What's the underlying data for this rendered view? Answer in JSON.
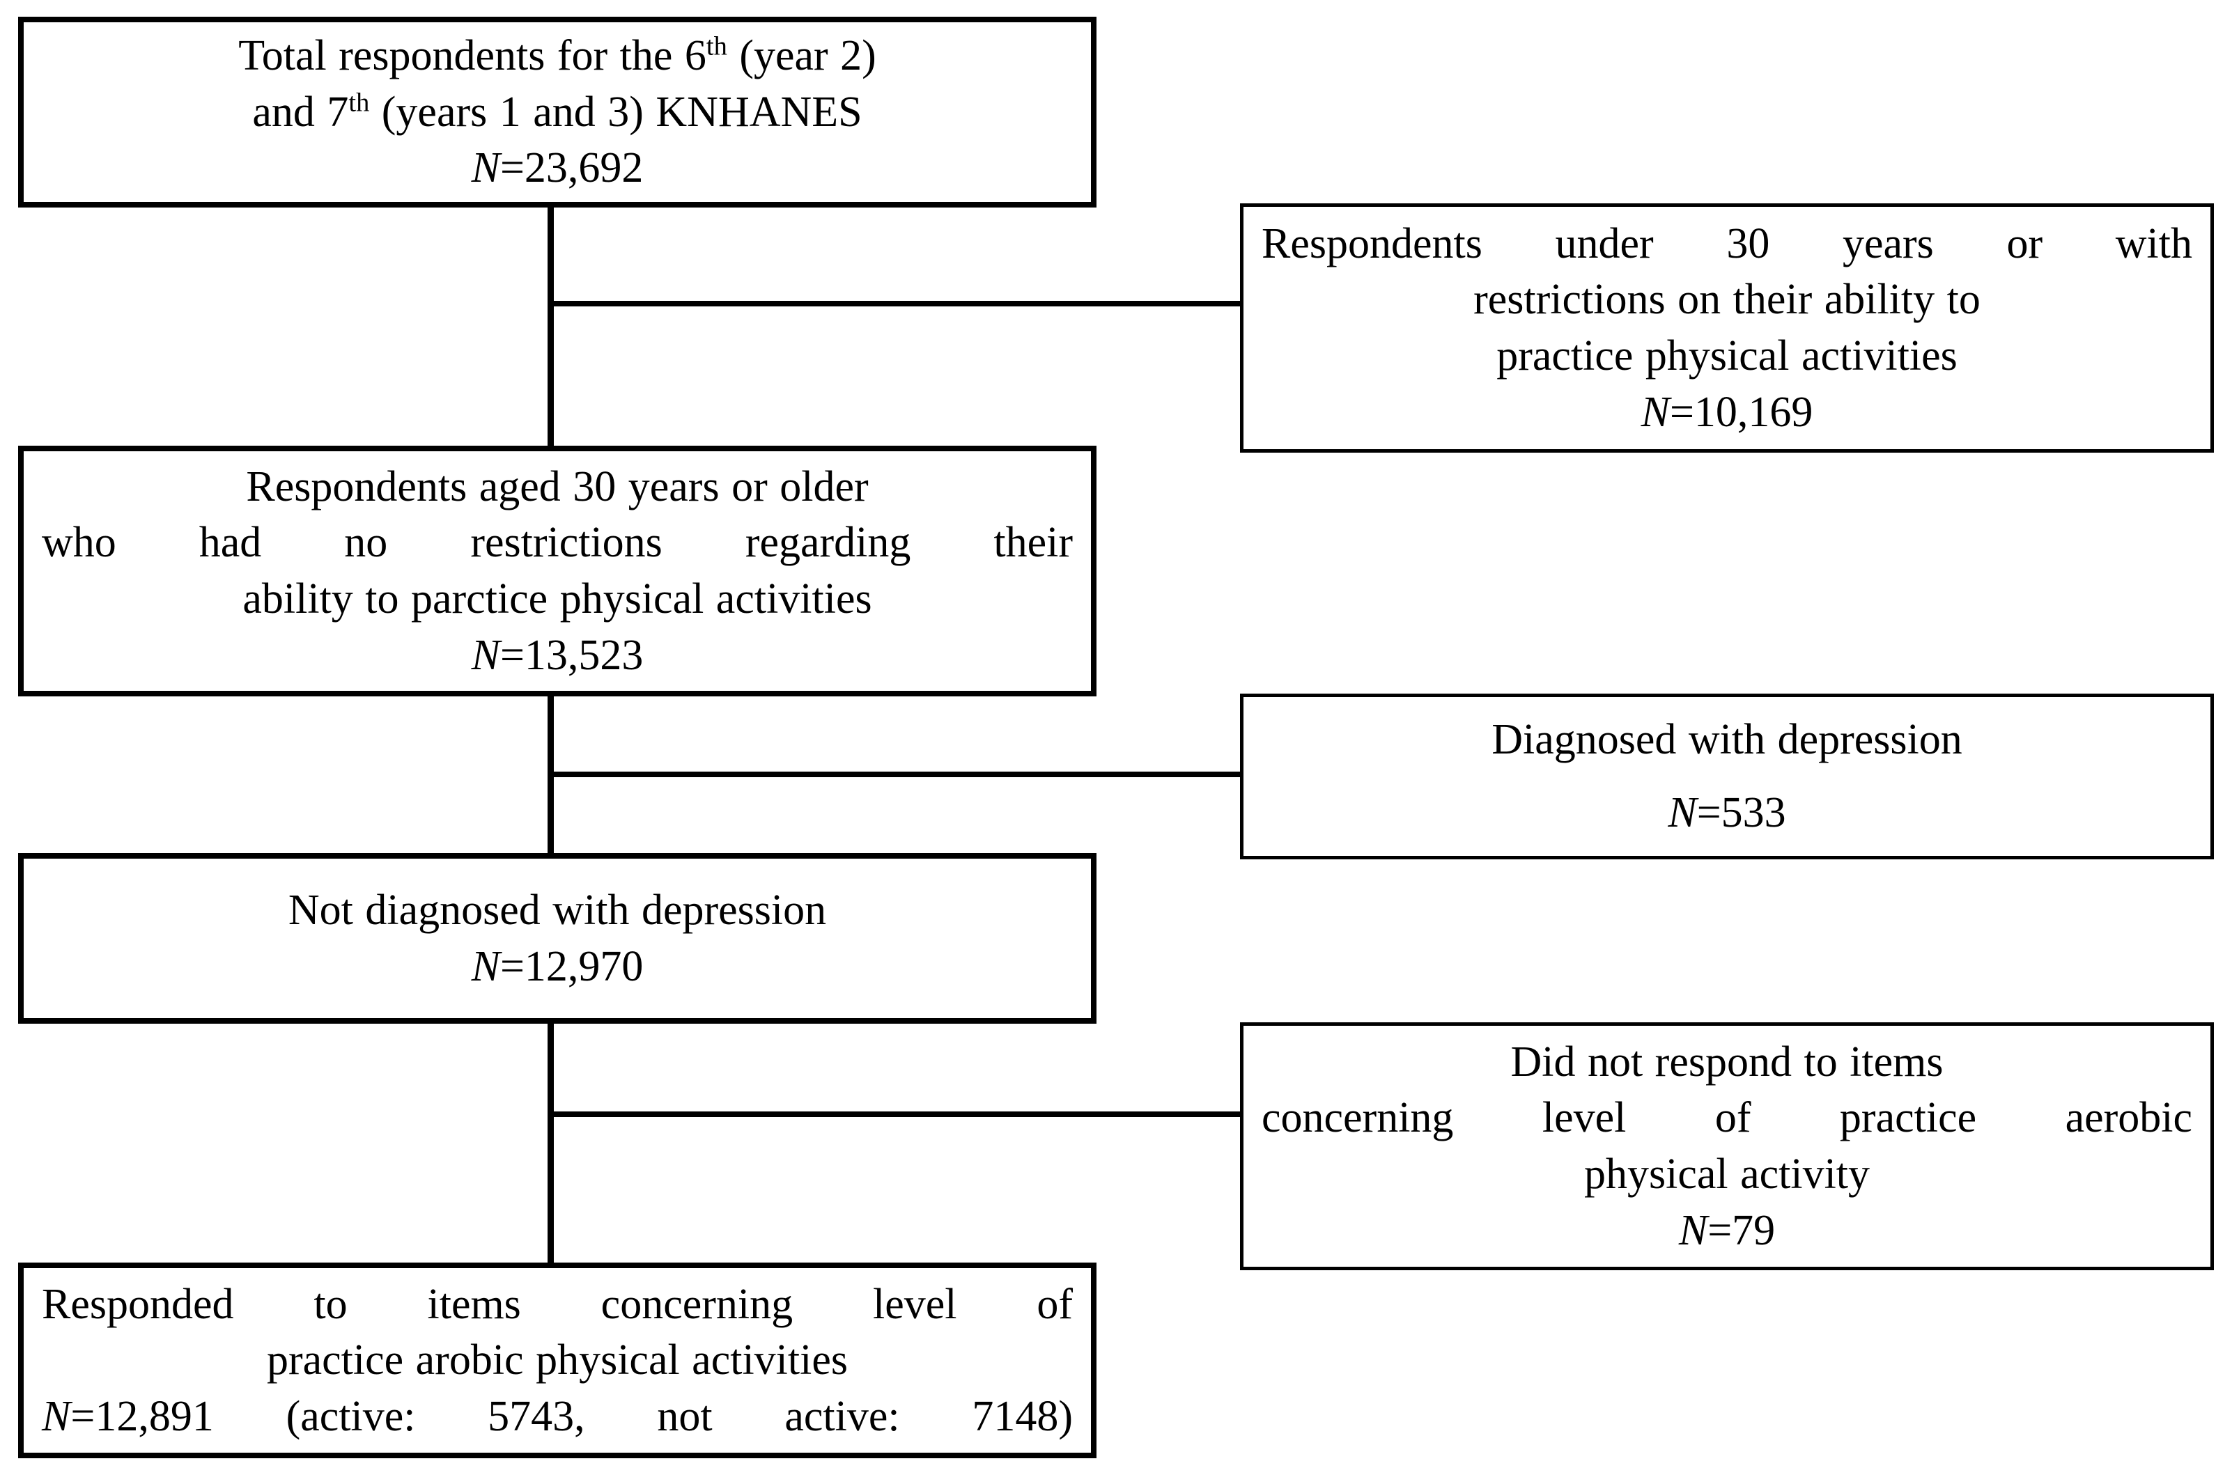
{
  "diagram": {
    "type": "flowchart",
    "title": "Participant selection flow diagram (KNHANES)",
    "orientation": "vertical-with-right-exclusions",
    "line_color": "#000000",
    "box_border_color": "#000000",
    "background_color": "#ffffff"
  },
  "main_boxes": [
    {
      "id": "total-respondents",
      "line1_pre": "Total respondents for the 6",
      "line1_sup": "th",
      "line1_post": " (year 2)",
      "line2_pre": "and 7",
      "line2_sup": "th",
      "line2_post": " (years 1 and 3) KNHANES",
      "n_label": "N",
      "n_value": "=23,692"
    },
    {
      "id": "respondents-aged-30-or-older",
      "line1": "Respondents aged 30 years or older",
      "line2": "who had no restrictions regarding their",
      "line3": "ability to parctice physical activities",
      "n_label": "N",
      "n_value": "=13,523"
    },
    {
      "id": "not-diagnosed-depression",
      "line1": "Not diagnosed with depression",
      "n_label": "N",
      "n_value": "=12,970"
    },
    {
      "id": "responded-aerobic-items",
      "line1": "Responded to items concerning level of",
      "line2": "practice arobic physical activities",
      "n_label": "N",
      "n_value": "=12,891 (active: 5743, not active: 7148)"
    }
  ],
  "exclusion_boxes": [
    {
      "id": "excluded-under-30-or-restricted",
      "line1": "Respondents under 30 years or with",
      "line2": "restrictions on their ability to",
      "line3": "practice physical activities",
      "n_label": "N",
      "n_value": "=10,169"
    },
    {
      "id": "excluded-diagnosed-depression",
      "line1": "Diagnosed with depression",
      "n_label": "N",
      "n_value": "=533"
    },
    {
      "id": "excluded-no-response-aerobic",
      "line1": "Did not respond to items",
      "line2": "concerning level of practice aerobic",
      "line3": "physical activity",
      "n_label": "N",
      "n_value": "=79"
    }
  ],
  "counts": {
    "total": 23692,
    "excluded_under_30_or_restricted": 10169,
    "aged_30_or_older_no_restrictions": 13523,
    "excluded_diagnosed_depression": 533,
    "not_diagnosed_depression": 12970,
    "excluded_no_aerobic_response": 79,
    "responded_aerobic": 12891,
    "active": 5743,
    "not_active": 7148
  }
}
